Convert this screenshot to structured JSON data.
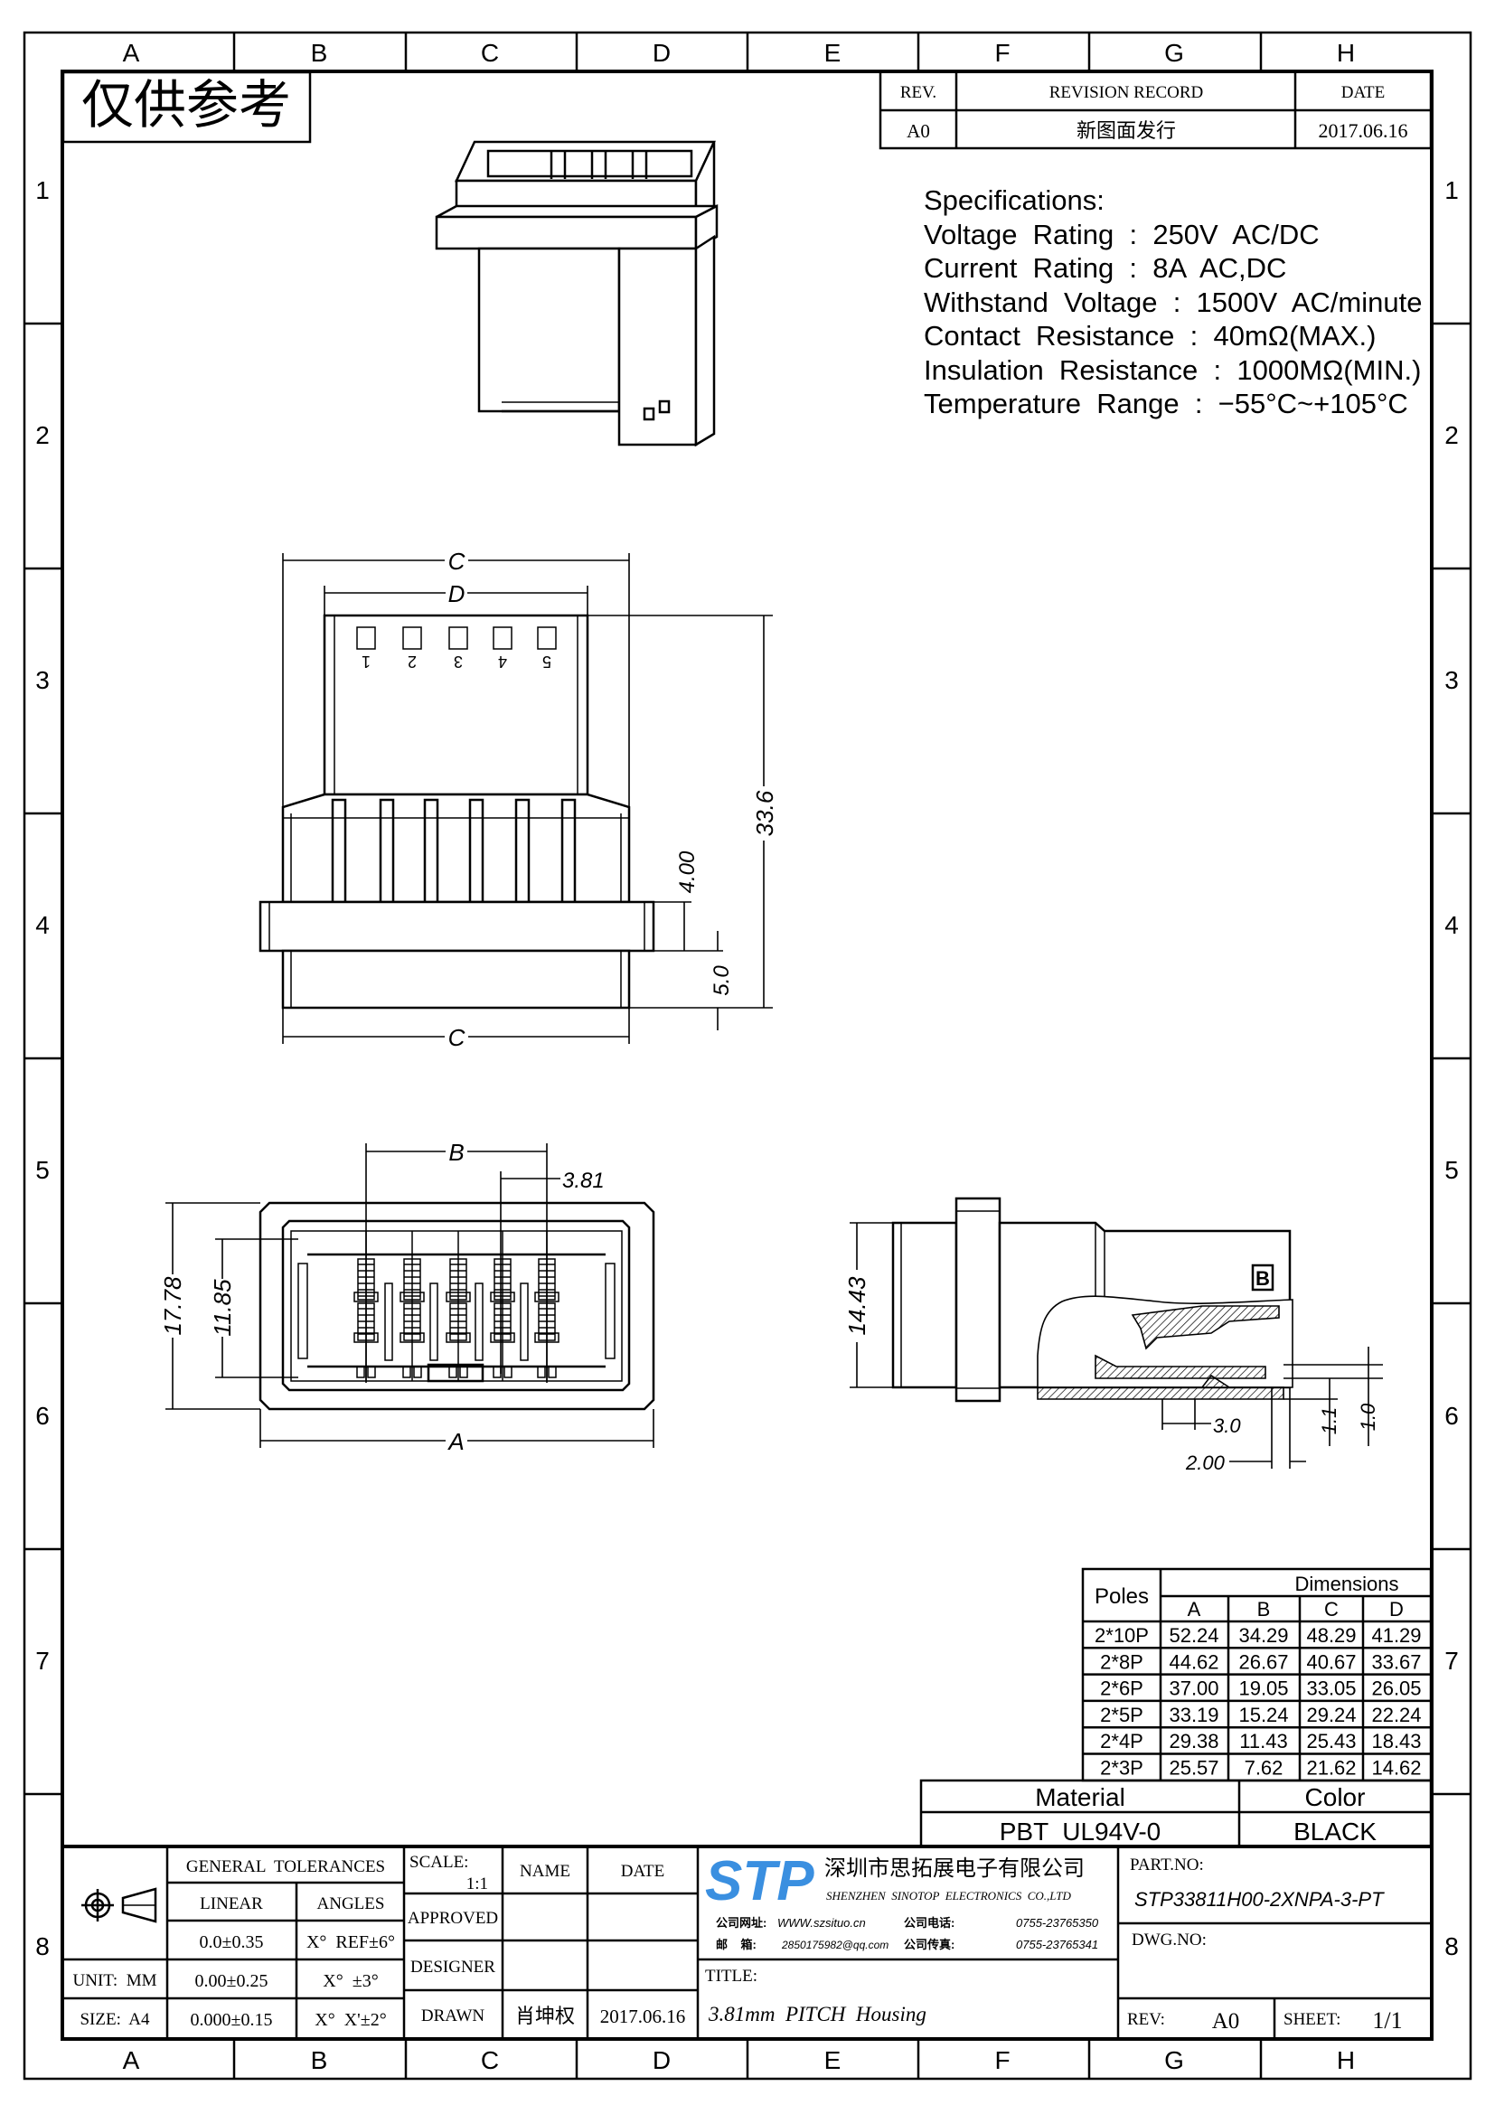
{
  "frame": {
    "columns": [
      "A",
      "B",
      "C",
      "D",
      "E",
      "F",
      "G",
      "H"
    ],
    "rows": [
      "1",
      "2",
      "3",
      "4",
      "5",
      "6",
      "7",
      "8"
    ]
  },
  "stamp": "仅供参考",
  "revision": {
    "headers": [
      "REV.",
      "REVISION RECORD",
      "DATE"
    ],
    "rows": [
      [
        "A0",
        "新图面发行",
        "2017.06.16"
      ]
    ]
  },
  "specs": {
    "title": "Specifications:",
    "lines": [
      "Voltage  Rating  :  250V  AC/DC",
      "Current  Rating  :  8A  AC,DC",
      "Withstand  Voltage  :  1500V  AC/minute",
      "Contact  Resistance  :  40mΩ(MAX.)",
      "Insulation  Resistance  :  1000MΩ(MIN.)",
      "Temperature  Range  :  −55°C~+105°C"
    ]
  },
  "drawing": {
    "front_view": {
      "dim_c_top": "C",
      "dim_d": "D",
      "dim_height": "33.6",
      "dim_flange": "4.00",
      "dim_bottom": "5.0",
      "dim_c_bottom": "C",
      "pin_labels": [
        "1",
        "2",
        "3",
        "4",
        "5"
      ]
    },
    "face_view": {
      "dim_b": "B",
      "dim_pitch": "3.81",
      "dim_outer_height": "17.78",
      "dim_inner_height": "11.85",
      "dim_a": "A"
    },
    "side_view": {
      "dim_height": "14.43",
      "dim_3": "3.0",
      "dim_2": "2.00",
      "dim_11": "1.1",
      "dim_10": "1.0",
      "marker": "B"
    }
  },
  "table": {
    "poles_header": "Poles",
    "group_header": "Dimensions",
    "columns": [
      "A",
      "B",
      "C",
      "D"
    ],
    "rows": [
      {
        "poles": "2*10P",
        "values": [
          "52.24",
          "34.29",
          "48.29",
          "41.29"
        ]
      },
      {
        "poles": "2*8P",
        "values": [
          "44.62",
          "26.67",
          "40.67",
          "33.67"
        ]
      },
      {
        "poles": "2*6P",
        "values": [
          "37.00",
          "19.05",
          "33.05",
          "26.05"
        ]
      },
      {
        "poles": "2*5P",
        "values": [
          "33.19",
          "15.24",
          "29.24",
          "22.24"
        ]
      },
      {
        "poles": "2*4P",
        "values": [
          "29.38",
          "11.43",
          "25.43",
          "18.43"
        ]
      },
      {
        "poles": "2*3P",
        "values": [
          "25.57",
          "7.62",
          "21.62",
          "14.62"
        ]
      }
    ]
  },
  "material": {
    "material_label": "Material",
    "material_value": "PBT  UL94V-0",
    "color_label": "Color",
    "color_value": "BLACK"
  },
  "title_block": {
    "general_tolerances": "GENERAL  TOLERANCES",
    "linear": "LINEAR",
    "angles": "ANGLES",
    "tol_rows": [
      [
        "0.0±0.35",
        "X°  REF±6°"
      ],
      [
        "0.00±0.25",
        "X°  ±3°"
      ],
      [
        "0.000±0.15",
        "X°  X'±2°"
      ]
    ],
    "unit": "UNIT:  MM",
    "size": "SIZE:  A4",
    "scale_label": "SCALE:",
    "scale_value": "1:1",
    "name_header": "NAME",
    "date_header": "DATE",
    "approved": "APPROVED",
    "designer": "DESIGNER",
    "drawn": "DRAWN",
    "drawn_name": "肖坤权",
    "drawn_date": "2017.06.16",
    "company": {
      "logo": "STP",
      "name_cn": "深圳市思拓展电子有限公司",
      "name_en": "SHENZHEN  SINOTOP  ELECTRONICS  CO.,LTD",
      "web_label": "公司网址:",
      "web": "WWW.szsituo.cn",
      "phone_label": "公司电话:",
      "phone": "0755-23765350",
      "email_label": "邮    箱:",
      "email": "2850175982@qq.com",
      "fax_label": "公司传真:",
      "fax": "0755-23765341"
    },
    "title_label": "TITLE:",
    "title_value": "3.81mm  PITCH  Housing",
    "part_no_label": "PART.NO:",
    "part_no": "STP33811H00-2XNPA-3-PT",
    "dwg_no_label": "DWG.NO:",
    "rev_label": "REV:",
    "rev_value": "A0",
    "sheet_label": "SHEET:",
    "sheet_value": "1/1"
  },
  "colors": {
    "logo_blue": "#3a8fe0",
    "line": "#000000"
  }
}
